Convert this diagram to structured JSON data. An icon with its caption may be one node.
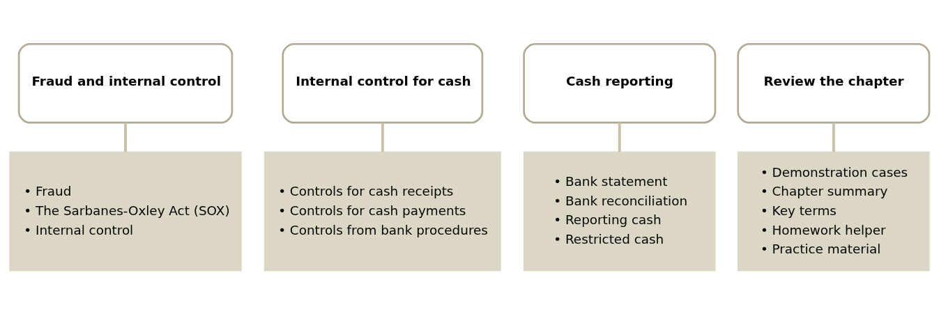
{
  "diagram": {
    "nodes": [
      {
        "text": [
          "Fraud and internal control"
        ]
      },
      {
        "text": [
          "Internal control for cash"
        ]
      },
      {
        "text": [
          "Cash reporting"
        ]
      },
      {
        "text": [
          "Review the chapter"
        ]
      },
      {
        "text": [
          "• Fraud",
          "• The Sarbanes-Oxley Act (SOX)",
          "• Internal control"
        ]
      },
      {
        "text": [
          "• Controls for cash receipts",
          "• Controls for cash payments",
          "• Controls from bank procedures"
        ]
      },
      {
        "text": [
          "• Bank statement",
          "• Bank reconciliation",
          "• Reporting cash",
          "• Restricted cash"
        ]
      },
      {
        "text": [
          "• Demonstration cases",
          "• Chapter summary",
          "• Key terms",
          "• Homework helper",
          "• Practice material"
        ]
      }
    ],
    "edges": [
      {
        "from": 0,
        "to": 4,
        "arrow": "none"
      },
      {
        "from": 1,
        "to": 5,
        "arrow": "none"
      },
      {
        "from": 2,
        "to": 6,
        "arrow": "none"
      },
      {
        "from": 3,
        "to": 7,
        "arrow": "none"
      }
    ]
  }
}
